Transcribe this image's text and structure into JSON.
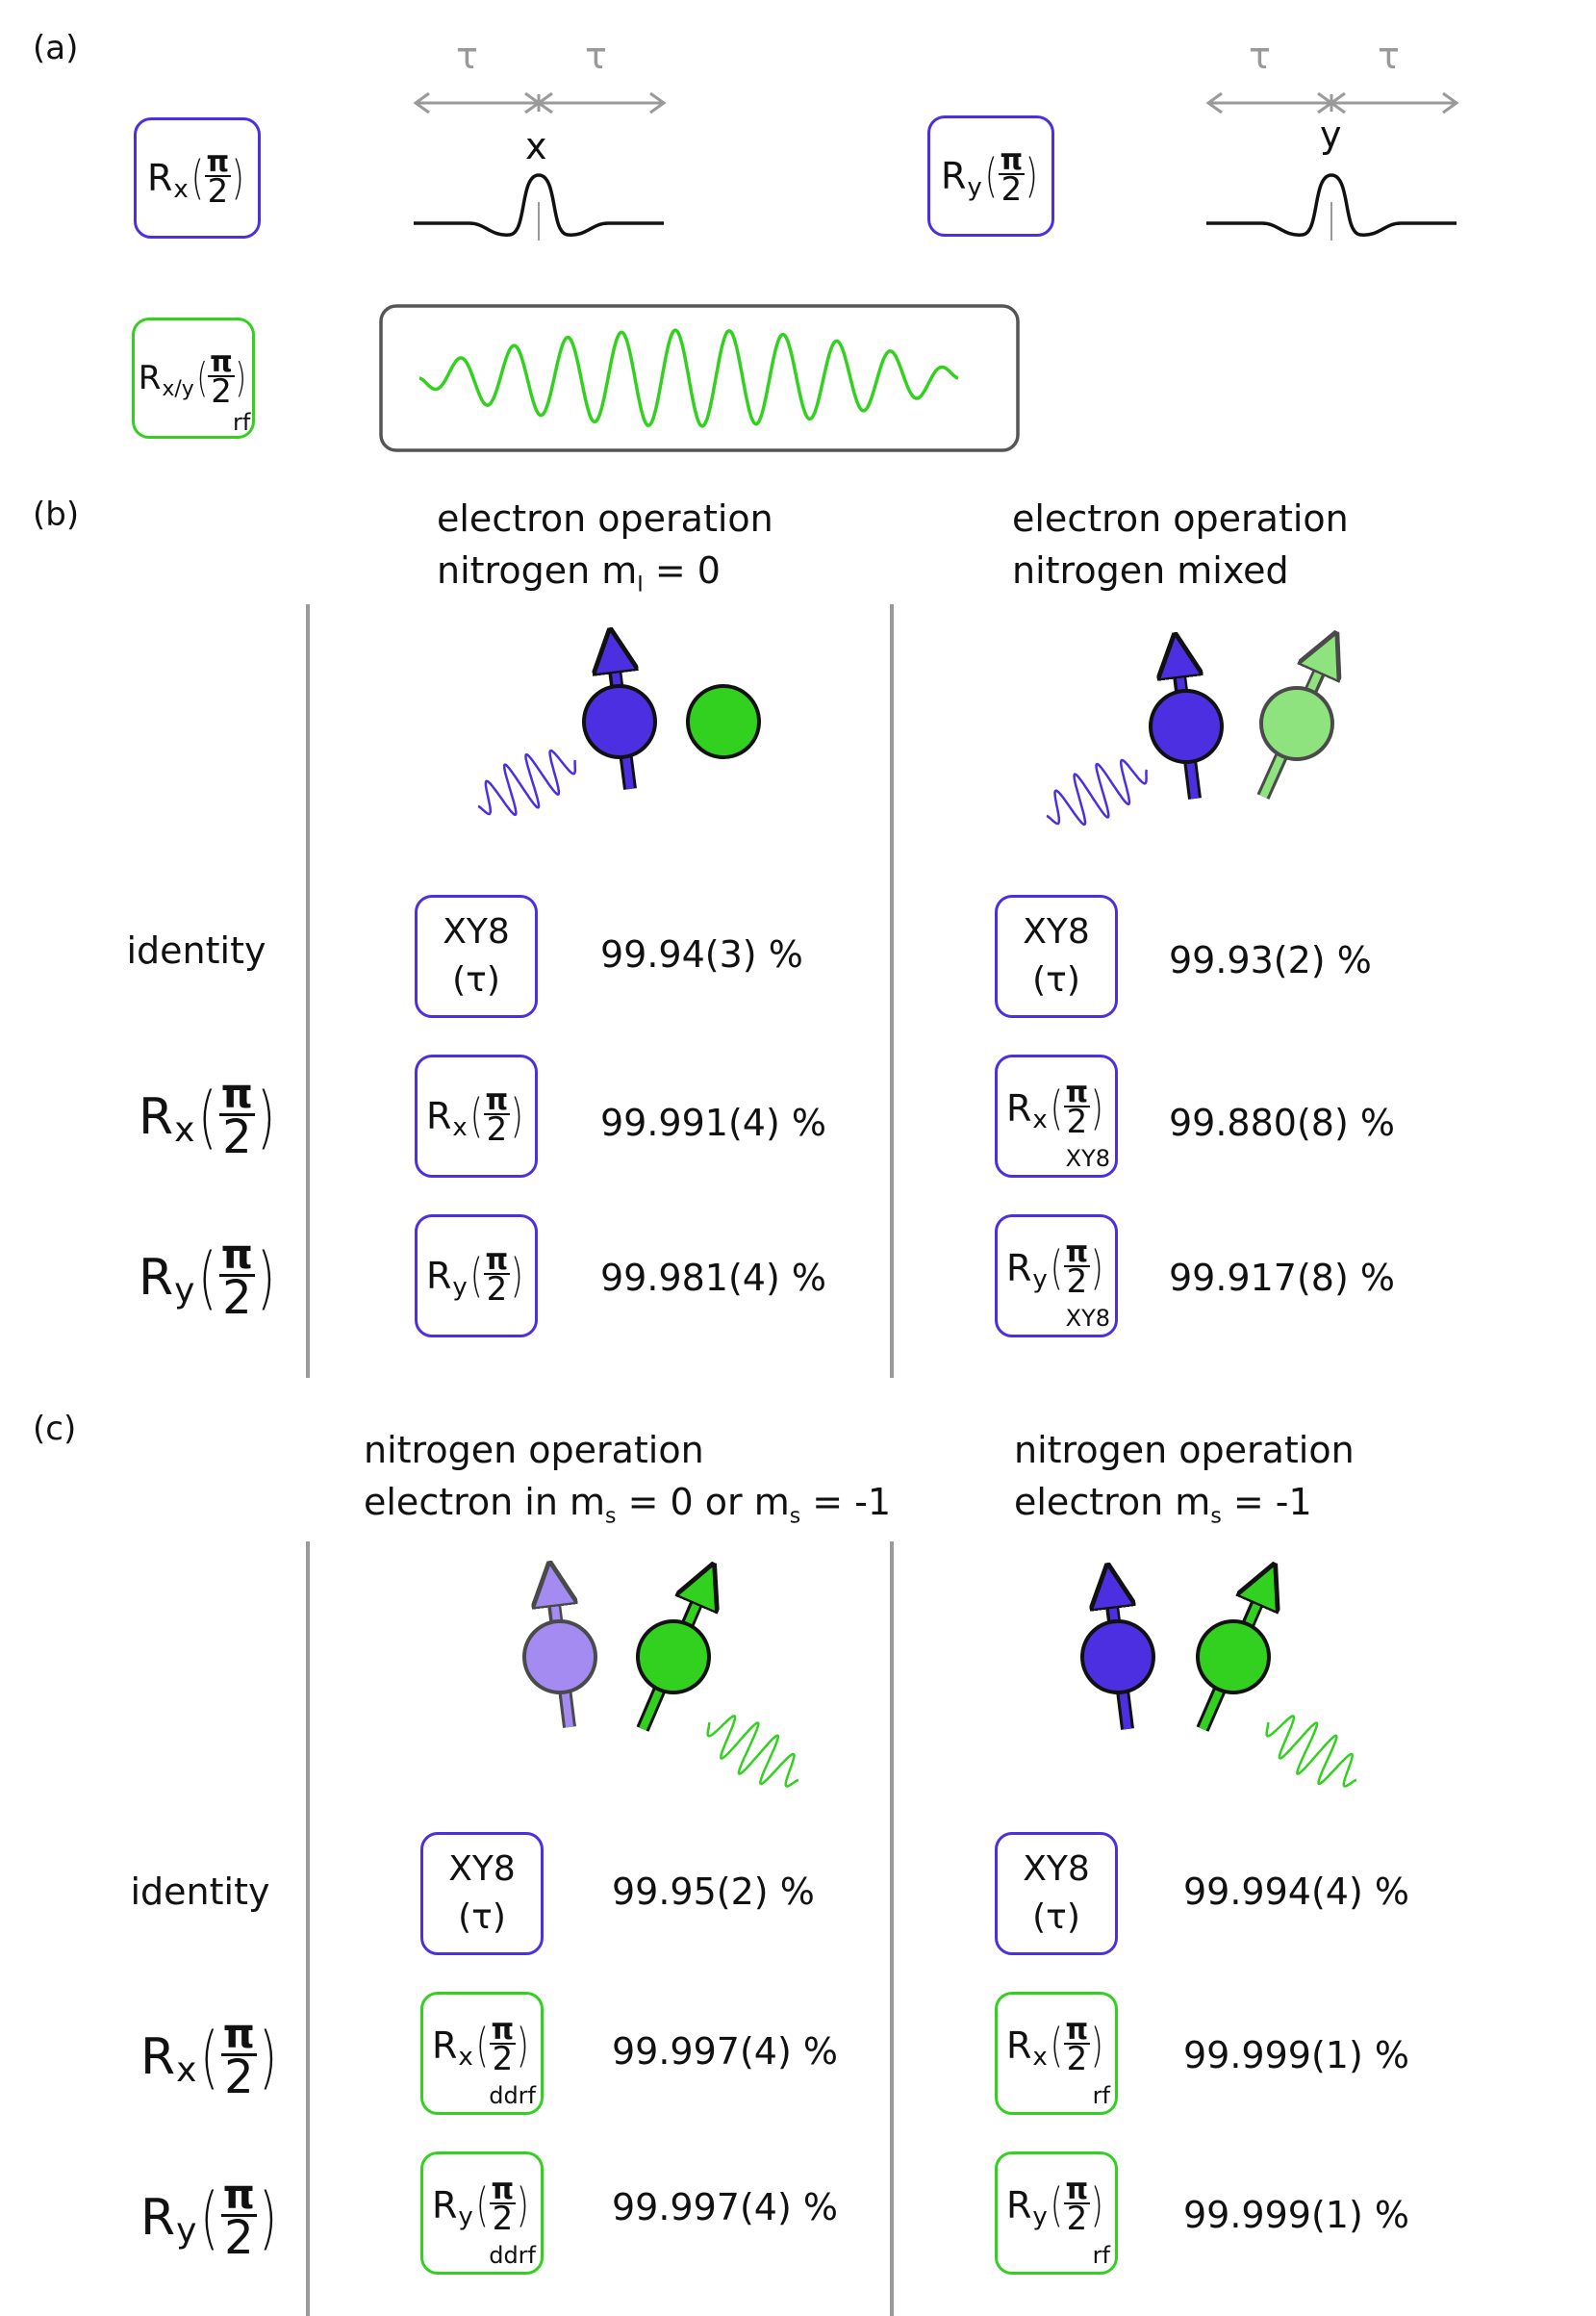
{
  "panel_a": {
    "label": "(a)",
    "tau": "τ",
    "rx_gate": {
      "R": "R",
      "sub": "x",
      "num": "π",
      "den": "2"
    },
    "ry_gate": {
      "R": "R",
      "sub": "y",
      "num": "π",
      "den": "2"
    },
    "rf_gate": {
      "R": "R",
      "sub": "x/y",
      "num": "π",
      "den": "2",
      "low": "rf"
    },
    "pulse_x_label": "x",
    "pulse_y_label": "y"
  },
  "panel_b": {
    "label": "(b)",
    "left_title_1": "electron operation",
    "left_title_2": "nitrogen m",
    "left_title_2_sub": "I",
    "left_title_2_tail": " = 0",
    "right_title_1": "electron operation",
    "right_title_2": "nitrogen mixed",
    "row_identity": "identity",
    "left": {
      "identity_gate": [
        "XY8",
        "(τ)"
      ],
      "identity_fid": "99.94(3) %",
      "rx_fid": "99.991(4) %",
      "ry_fid": "99.981(4) %"
    },
    "right": {
      "identity_gate": [
        "XY8",
        "(τ)"
      ],
      "identity_fid": "99.93(2) %",
      "rx_fid": "99.880(8) %",
      "ry_fid": "99.917(8) %",
      "low": "XY8"
    }
  },
  "panel_c": {
    "label": "(c)",
    "left_title_1": "nitrogen operation",
    "left_title_2a": "electron in m",
    "left_title_2b": " = 0 or m",
    "left_title_2c": " = -1",
    "sub_s": "s",
    "right_title_1": "nitrogen operation",
    "right_title_2a": "electron m",
    "right_title_2c": " = -1",
    "row_identity": "identity",
    "left": {
      "identity_gate": [
        "XY8",
        "(τ)"
      ],
      "identity_fid": "99.95(2) %",
      "rx_fid": "99.997(4) %",
      "ry_fid": "99.997(4) %",
      "low": "ddrf"
    },
    "right": {
      "identity_gate": [
        "XY8",
        "(τ)"
      ],
      "identity_fid": "99.994(4) %",
      "rx_fid": "99.999(1) %",
      "ry_fid": "99.999(1) %",
      "low": "rf"
    }
  },
  "gates": {
    "R": "R",
    "x": "x",
    "y": "y",
    "num": "π",
    "den": "2"
  },
  "colors": {
    "electron_blue": "#4B2FE0",
    "nitrogen_green": "#33D11F",
    "light_green": "#8FE37F",
    "light_purple": "#A38BF2",
    "divider_gray": "#9A9A9A"
  }
}
